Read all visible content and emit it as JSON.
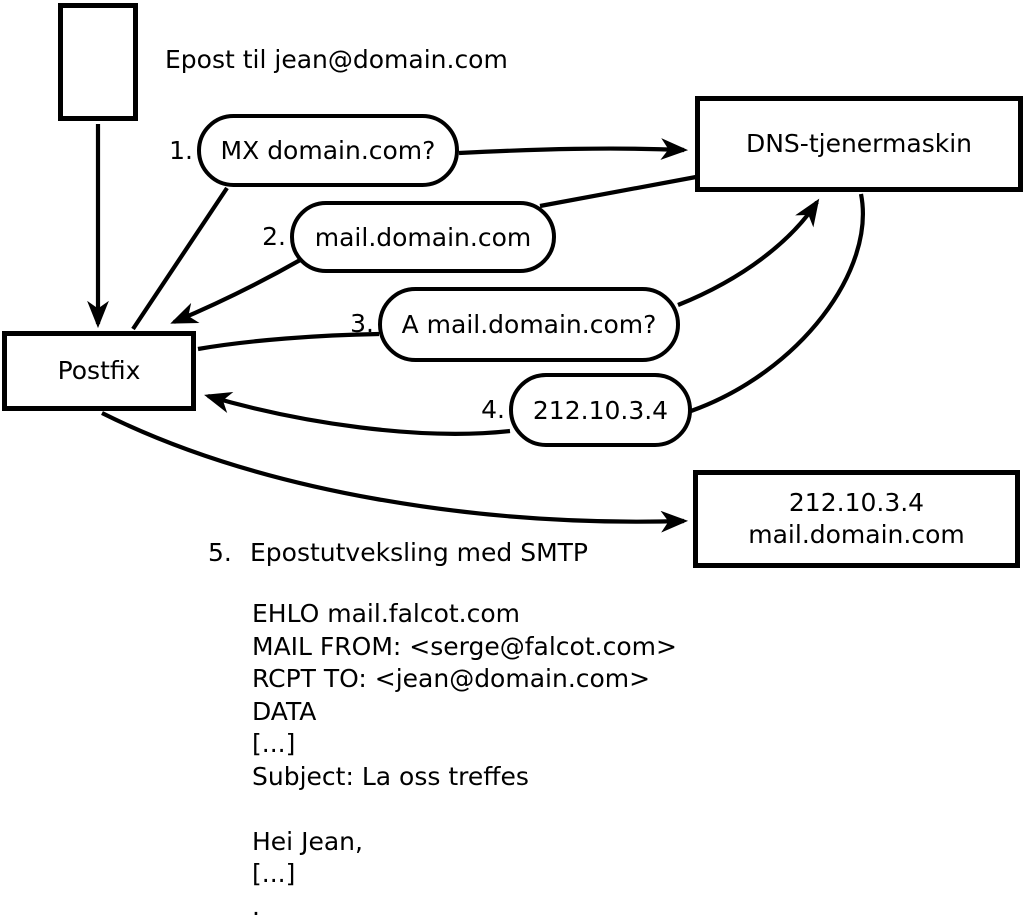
{
  "title": "Epost til jean@domain.com",
  "nodes": {
    "postfix": "Postfix",
    "dns": "DNS-tjenermaskin",
    "mailserver_ip": "212.10.3.4",
    "mailserver_host": "mail.domain.com"
  },
  "steps": [
    {
      "num": "1.",
      "label": "MX domain.com?"
    },
    {
      "num": "2.",
      "label": "mail.domain.com"
    },
    {
      "num": "3.",
      "label": "A mail.domain.com?"
    },
    {
      "num": "4.",
      "label": "212.10.3.4"
    },
    {
      "num": "5.",
      "label": "Epostutveksling med SMTP"
    }
  ],
  "smtp": {
    "lines": [
      "EHLO mail.falcot.com",
      "MAIL FROM: <serge@falcot.com>",
      "RCPT TO: <jean@domain.com>",
      "DATA",
      "[...]",
      "Subject: La oss treffes",
      "",
      "Hei Jean,",
      "[...]",
      "."
    ]
  },
  "colors": {
    "stroke": "#000000",
    "background": "#ffffff"
  }
}
